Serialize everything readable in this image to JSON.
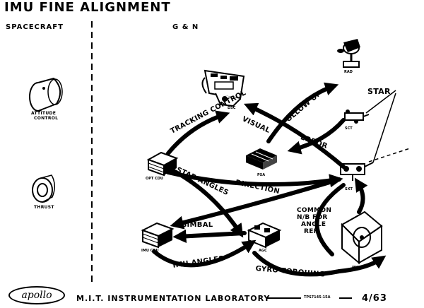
{
  "title": "IMU FINE ALIGNMENT",
  "columns": {
    "left": "SPACECRAFT",
    "right": "G & N"
  },
  "components": {
    "attitude_line1": "ATTITUDE",
    "attitude_line2": "CONTROL",
    "thrust": "THRUST",
    "dsc": "DSC",
    "rad": "RAD",
    "sct": "SCT",
    "sxt": "SXT",
    "opt_cdu": "OPT CDU",
    "psa": "PSA",
    "imu_cdu": "IMU CDU",
    "agc": "AGC",
    "imu": "IMU"
  },
  "flows": {
    "tracking_control": "TRACKING CONTROL",
    "visual": "VISUAL",
    "follow_up": "FOLLOW UP",
    "error": "ERROR",
    "star": "STAR",
    "star_angles": "STAR ANGLES",
    "direction": "DIRECTION",
    "common_ref_1": "COMMON",
    "common_ref_2": "N/B FOR",
    "common_ref_3": "ANGLE",
    "common_ref_4": "REF",
    "gimbal": "GIMBAL",
    "imu_angles": "IMU ANGLES",
    "gyro_torquing": "GYRO TORQUING"
  },
  "footer": {
    "logo": "apollo",
    "lab": "M.I.T. INSTRUMENTATION LABORATORY",
    "ref": "TPS7145-15A",
    "page": "4/63"
  }
}
